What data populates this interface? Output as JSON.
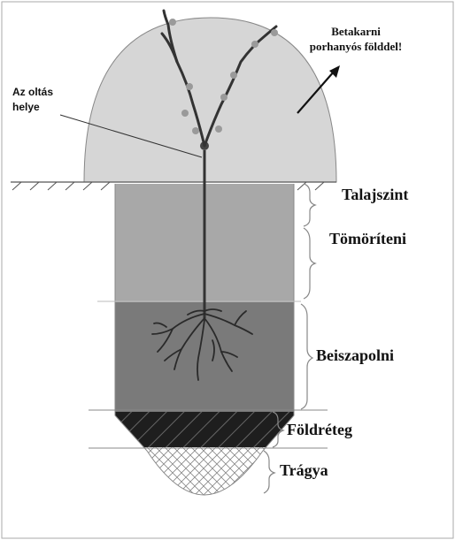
{
  "labels": {
    "cover_line1": "Betakarni",
    "cover_line2": "porhanyós földdel!",
    "graft_line1": "Az oltás",
    "graft_line2": "helye",
    "soil_level": "Talajszint",
    "compact": "Tömöríteni",
    "puddle": "Beiszapolni",
    "soil_layer": "Földréteg",
    "manure": "Trágya"
  },
  "colors": {
    "mound": "#d6d6d6",
    "compact_zone": "#a8a8a8",
    "puddle_zone": "#7a7a7a",
    "soil_layer_zone": "#1e1e1e",
    "manure_zone": "#ffffff",
    "line": "#333333",
    "bud": "#9a9a9a"
  }
}
